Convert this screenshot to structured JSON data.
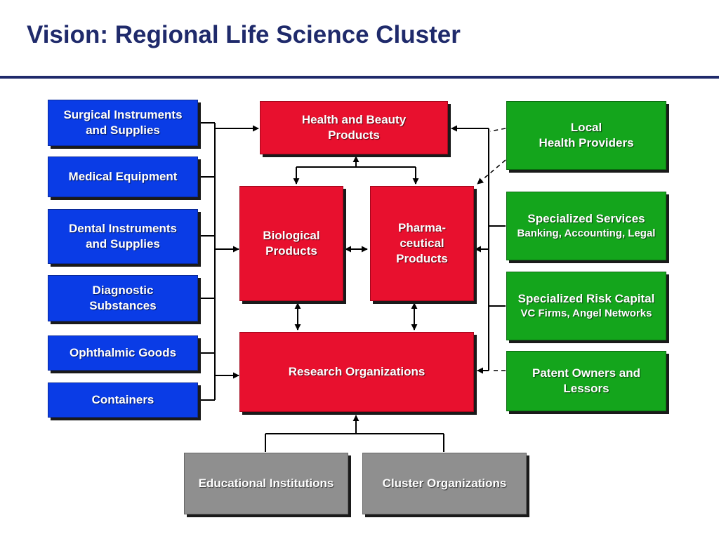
{
  "title": "Vision: Regional Life Science Cluster",
  "colors": {
    "title": "#1f2a6b",
    "supplier_blue": "#0a3ce6",
    "core_red": "#e8102e",
    "service_green": "#14a51c",
    "institution_gray": "#8f8f8f"
  },
  "suppliers": [
    {
      "lines": [
        "Surgical Instruments",
        "and Supplies"
      ]
    },
    {
      "lines": [
        "Medical Equipment"
      ]
    },
    {
      "lines": [
        "Dental Instruments",
        "and Supplies"
      ]
    },
    {
      "lines": [
        "Diagnostic",
        "Substances"
      ]
    },
    {
      "lines": [
        "Ophthalmic Goods"
      ]
    },
    {
      "lines": [
        "Containers"
      ]
    }
  ],
  "core": {
    "health_beauty": [
      "Health and Beauty",
      "Products"
    ],
    "biological": [
      "Biological",
      "Products"
    ],
    "pharma": [
      "Pharma-",
      "ceutical",
      "Products"
    ],
    "research": "Research Organizations"
  },
  "services": [
    {
      "title": [
        "Local",
        "Health Providers"
      ],
      "sub": ""
    },
    {
      "title": [
        "Specialized Services"
      ],
      "sub": "Banking, Accounting, Legal"
    },
    {
      "title": [
        "Specialized Risk Capital"
      ],
      "sub": "VC Firms, Angel Networks"
    },
    {
      "title": [
        "Patent Owners and",
        "Lessors"
      ],
      "sub": ""
    }
  ],
  "institutions": {
    "educational": "Educational Institutions",
    "cluster": "Cluster Organizations"
  }
}
